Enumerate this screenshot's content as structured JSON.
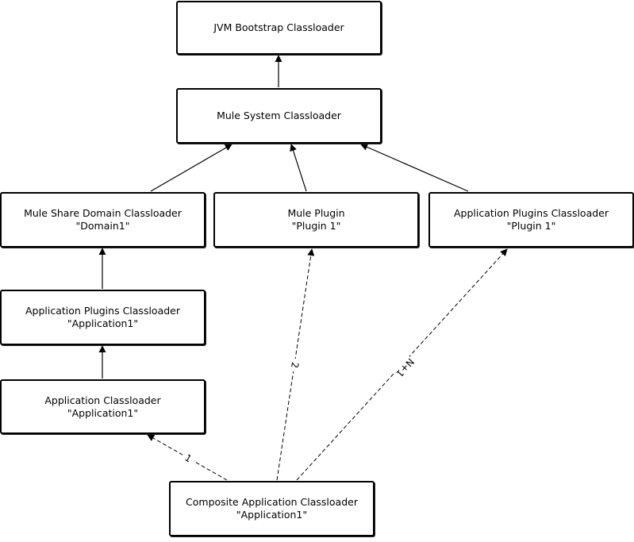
{
  "nodes": {
    "jvm": {
      "lines": [
        "JVM Bootstrap Classloader"
      ]
    },
    "mule_system": {
      "lines": [
        "Mule System Classloader"
      ]
    },
    "domain": {
      "lines": [
        "Mule Share Domain Classloader",
        "\"Domain1\""
      ]
    },
    "mule_plugin": {
      "lines": [
        "Mule Plugin",
        "\"Plugin 1\""
      ]
    },
    "app_plugins_right": {
      "lines": [
        "Application Plugins Classloader",
        "\"Plugin 1\""
      ]
    },
    "app_plugins_left": {
      "lines": [
        "Application Plugins Classloader",
        "\"Application1\""
      ]
    },
    "app": {
      "lines": [
        "Application Classloader",
        "\"Application1\""
      ]
    },
    "composite": {
      "lines": [
        "Composite Application Classloader",
        "\"Application1\""
      ]
    }
  },
  "edges": {
    "composite_to_app": {
      "label": "1"
    },
    "composite_to_mule_plugin": {
      "label": "2"
    },
    "composite_to_app_plugins_right": {
      "label": "N+1"
    }
  }
}
